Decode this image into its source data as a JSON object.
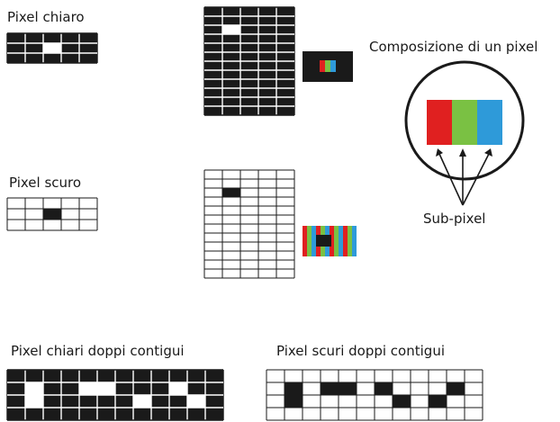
{
  "labels": {
    "bright_pixel": "Pixel chiaro",
    "dark_pixel": "Pixel scuro",
    "pixel_composition": "Composizione di un pixel",
    "subpixel": "Sub-pixel",
    "adjacent_double_bright": "Pixel chiari doppi contigui",
    "adjacent_double_dark": "Pixel scuri doppi contigui"
  },
  "colors": {
    "grid_dark": "#1a1a1a",
    "grid_light": "#ffffff",
    "subpixel_red": "#e02020",
    "subpixel_green": "#7ac143",
    "subpixel_blue": "#2e9ad9"
  },
  "grids": {
    "bright_small": {
      "rows": 3,
      "cols": 5,
      "base": "dark",
      "marked": [
        [
          1,
          2
        ]
      ]
    },
    "bright_large": {
      "rows": 12,
      "cols": 5,
      "base": "dark",
      "marked": [
        [
          2,
          1
        ]
      ]
    },
    "dark_small": {
      "rows": 3,
      "cols": 5,
      "base": "light",
      "marked": [
        [
          1,
          2
        ]
      ]
    },
    "dark_large": {
      "rows": 12,
      "cols": 5,
      "base": "light",
      "marked": [
        [
          2,
          1
        ]
      ]
    },
    "double_bright": {
      "rows": 4,
      "cols": 12,
      "base": "dark",
      "marked": [
        [
          1,
          1
        ],
        [
          2,
          1
        ],
        [
          1,
          4
        ],
        [
          1,
          5
        ],
        [
          2,
          7
        ],
        [
          1,
          9
        ],
        [
          2,
          10
        ]
      ]
    },
    "double_dark": {
      "rows": 4,
      "cols": 12,
      "base": "light",
      "marked": [
        [
          1,
          1
        ],
        [
          2,
          1
        ],
        [
          1,
          3
        ],
        [
          1,
          4
        ],
        [
          1,
          6
        ],
        [
          2,
          7
        ],
        [
          2,
          9
        ],
        [
          1,
          10
        ]
      ]
    }
  }
}
